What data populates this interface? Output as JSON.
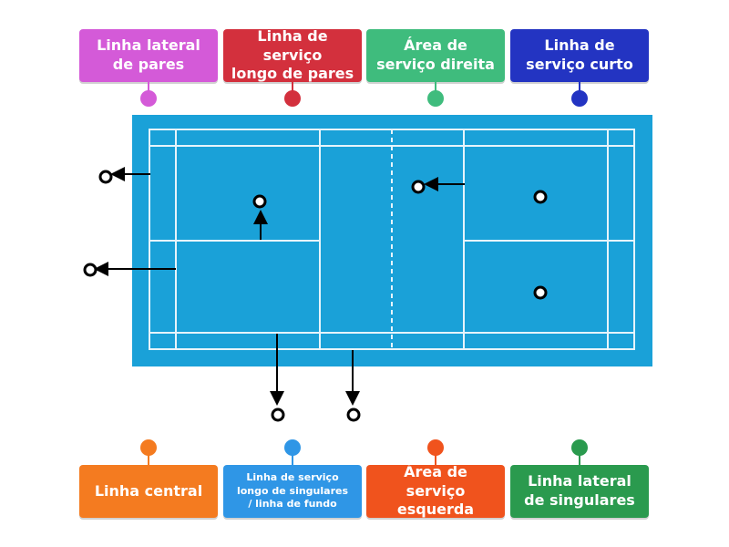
{
  "labels_top": [
    {
      "id": "doubles-sideline",
      "text": "Linha lateral\nde pares",
      "color": "#d45ad8"
    },
    {
      "id": "doubles-long-service",
      "text": "Linha de serviço\nlongo de pares",
      "color": "#d3303d"
    },
    {
      "id": "right-service-area",
      "text": "Área de\nserviço direita",
      "color": "#3fbc7d"
    },
    {
      "id": "short-service",
      "text": "Linha de\nserviço curto",
      "color": "#2334c2"
    }
  ],
  "labels_bottom": [
    {
      "id": "center-line",
      "text": "Linha central",
      "color": "#f47b20"
    },
    {
      "id": "singles-long-service",
      "text": "Linha de serviço\nlongo de singulares\n/ linha de fundo",
      "color": "#2f96e6",
      "small": true
    },
    {
      "id": "left-service-area",
      "text": "Área de serviço\nesquerda",
      "color": "#f0531d"
    },
    {
      "id": "singles-sideline",
      "text": "Linha lateral\nde singulares",
      "color": "#2a9a4e"
    }
  ],
  "colors": {
    "court": "#1aa1d8",
    "lines": "#e6f4fb",
    "marker": "#000000"
  }
}
